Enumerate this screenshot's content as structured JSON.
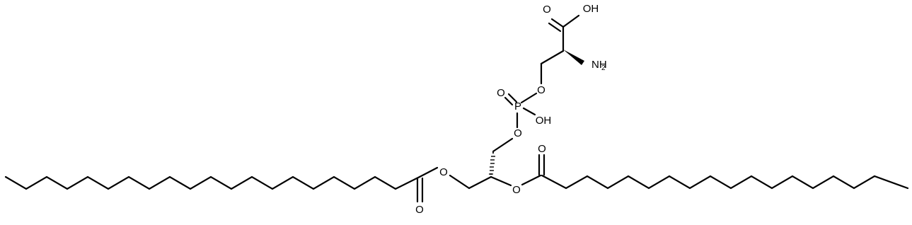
{
  "labels": {
    "carbonyl_o_acid": "O",
    "acid_oh": "OH",
    "amine_n": "NH",
    "amine_sub": "2",
    "ser_o": "O",
    "phos_o_double": "O",
    "phos_p": "P",
    "phos_oh": "OH",
    "phos_o_lower": "O",
    "ester_o_left": "O",
    "ester_carbonyl_o_left": "O",
    "ester_o_right": "O",
    "ester_carbonyl_o_right": "O"
  }
}
